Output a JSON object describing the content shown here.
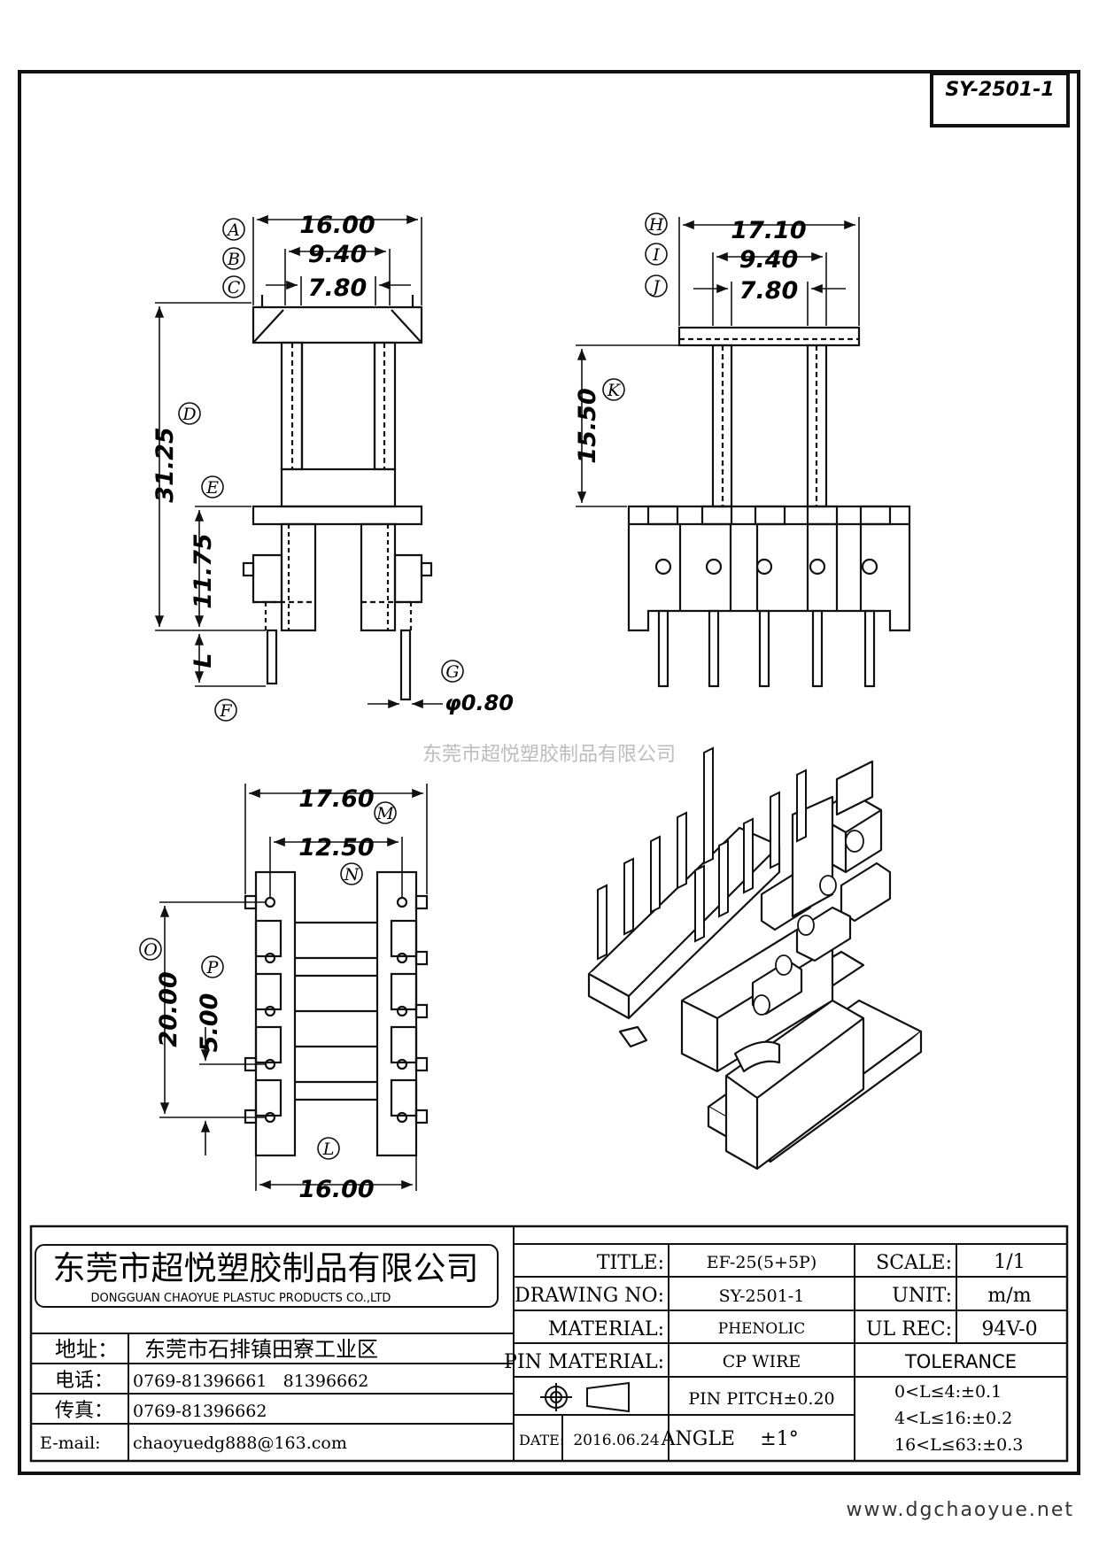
{
  "drawing_code": "SY-2501-1",
  "watermark": "东莞市超悦塑胶制品有限公司",
  "website": "www.dgchaoyue.net",
  "front_view": {
    "dims": {
      "A": "16.00",
      "B": "9.40",
      "C": "7.80",
      "D": "31.25",
      "E": "11.75",
      "pin": "φ0.80"
    },
    "labels": {
      "A": "A",
      "B": "B",
      "C": "C",
      "D": "D",
      "E": "E",
      "F": "F",
      "G": "G",
      "L": "L"
    }
  },
  "side_view": {
    "dims": {
      "H": "17.10",
      "I": "9.40",
      "J": "7.80",
      "K": "15.50"
    },
    "labels": {
      "H": "H",
      "I": "I",
      "J": "J",
      "K": "K"
    }
  },
  "bottom_view": {
    "dims": {
      "M": "17.60",
      "N": "12.50",
      "O": "20.00",
      "P": "5.00",
      "L": "16.00"
    },
    "labels": {
      "M": "M",
      "N": "N",
      "O": "O",
      "P": "P",
      "L": "L"
    }
  },
  "title_block": {
    "company_cn": "东莞市超悦塑胶制品有限公司",
    "company_en": "DONGGUAN CHAOYUE PLASTUC PRODUCTS CO.,LTD",
    "address_label": "地址：",
    "address": "东莞市石排镇田寮工业区",
    "phone_label": "电话：",
    "phone": "0769-81396661   81396662",
    "fax_label": "传真：",
    "fax": "0769-81396662",
    "email_label": "E-mail:",
    "email": "chaoyuedg888@163.com",
    "title_label": "TITLE:",
    "title": "EF-25(5+5P)",
    "drawing_no_label": "DRAWING NO:",
    "drawing_no": "SY-2501-1",
    "material_label": "MATERIAL:",
    "material": "PHENOLIC",
    "pin_material_label": "PIN MATERIAL:",
    "pin_material": "CP WIRE",
    "pin_pitch": "PIN PITCH±0.20",
    "date_label": "DATE:",
    "date": "2016.06.24",
    "angle_label": "ANGLE",
    "angle": "±1°",
    "scale_label": "SCALE:",
    "scale": "1/1",
    "unit_label": "UNIT:",
    "unit": "m/m",
    "ul_rec_label": "UL REC:",
    "ul_rec": "94V-0",
    "tolerance_label": "TOLERANCE",
    "tolerances": [
      "0<L≤4:±0.1",
      "4<L≤16:±0.2",
      "16<L≤63:±0.3"
    ]
  }
}
